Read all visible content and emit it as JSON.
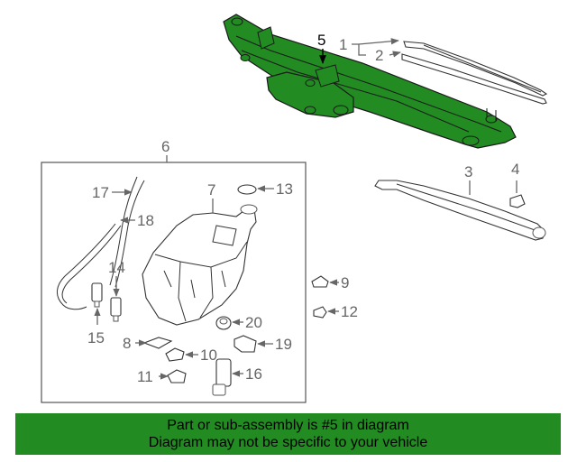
{
  "callouts": {
    "c1": "1",
    "c2": "2",
    "c3": "3",
    "c4": "4",
    "c5": "5",
    "c6": "6",
    "c7": "7",
    "c8": "8",
    "c9": "9",
    "c10": "10",
    "c11": "11",
    "c12": "12",
    "c13": "13",
    "c14": "14",
    "c15": "15",
    "c16": "16",
    "c17": "17",
    "c18": "18",
    "c19": "19",
    "c20": "20"
  },
  "highlight": {
    "part_number": "5",
    "color": "#228b22"
  },
  "banner": {
    "line1": "Part or sub-assembly is #5 in diagram",
    "line2": "Diagram may not be specific to your vehicle",
    "background": "#228b22"
  }
}
